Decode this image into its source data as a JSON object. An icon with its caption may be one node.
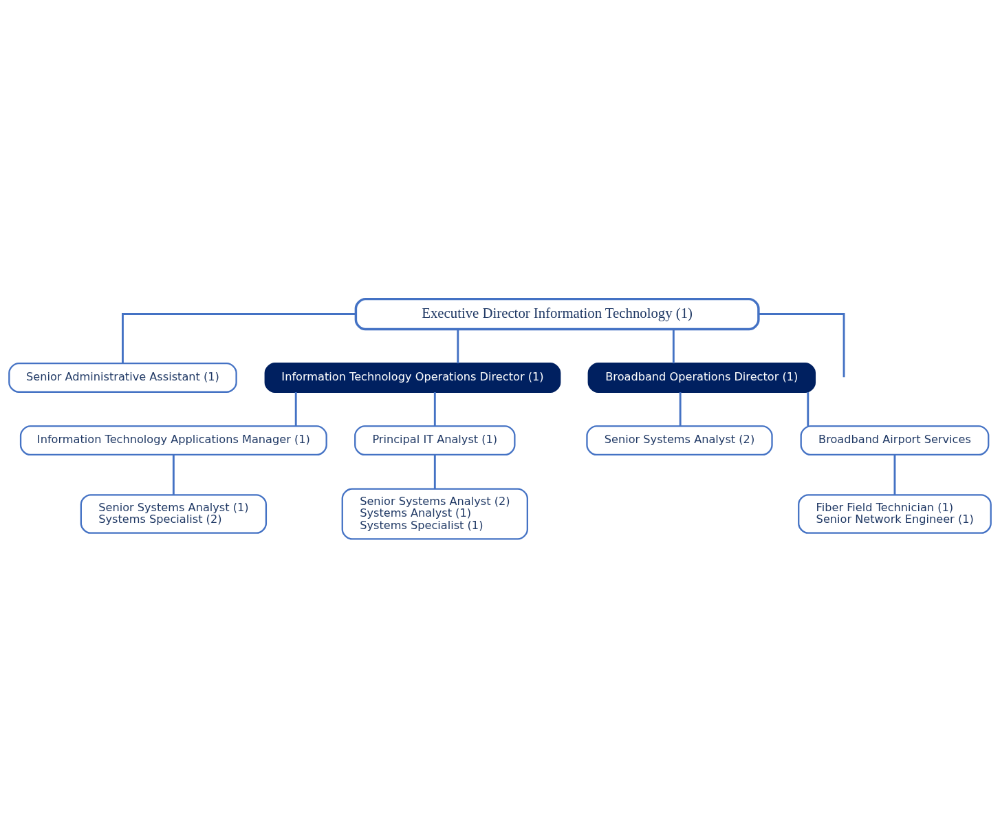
{
  "diagram": {
    "nodes": [
      {
        "text": [
          "Executive Director Information Technology (1)"
        ]
      },
      {
        "text": [
          "Senior Administrative Assistant (1)"
        ]
      },
      {
        "text": [
          "Information Technology Operations Director (1)"
        ]
      },
      {
        "text": [
          "Broadband Operations Director (1)"
        ]
      },
      {
        "text": [
          "Information Technology Applications Manager (1)"
        ]
      },
      {
        "text": [
          "Senior Systems Analyst (1)",
          "Systems Specialist (2)"
        ]
      },
      {
        "text": [
          "Principal IT Analyst (1)"
        ]
      },
      {
        "text": [
          "Senior Systems Analyst (2)",
          "Systems Analyst (1)",
          "Systems Specialist (1)"
        ]
      },
      {
        "text": [
          "Senior Systems Analyst (2)"
        ]
      },
      {
        "text": [
          "Broadband Airport Services"
        ]
      },
      {
        "text": [
          "Fiber Field Technician (1)",
          "Senior Network Engineer (1)"
        ]
      }
    ],
    "edges": [
      {
        "from": 0,
        "to": 1,
        "arrow": "none"
      },
      {
        "from": 0,
        "to": 2,
        "arrow": "none"
      },
      {
        "from": 0,
        "to": 3,
        "arrow": "none"
      },
      {
        "from": 0,
        "to": null,
        "arrow": "none"
      },
      {
        "from": 2,
        "to": 4,
        "arrow": "none"
      },
      {
        "from": 4,
        "to": 5,
        "arrow": "none"
      },
      {
        "from": 2,
        "to": 6,
        "arrow": "none"
      },
      {
        "from": 6,
        "to": 7,
        "arrow": "none"
      },
      {
        "from": 3,
        "to": 8,
        "arrow": "none"
      },
      {
        "from": 3,
        "to": 9,
        "arrow": "none"
      },
      {
        "from": 9,
        "to": 10,
        "arrow": "none"
      }
    ]
  }
}
